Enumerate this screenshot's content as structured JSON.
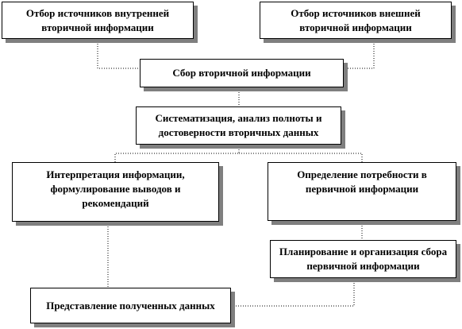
{
  "nodes": {
    "internal_sources": "Отбор источников внутренней вторичной информации",
    "external_sources": "Отбор источников внешней вторичной информации",
    "collection": "Сбор вторичной информации",
    "systematization": "Систематизация, анализ полноты и достоверности вторичных данных",
    "interpretation": "Интерпретация информации, формулирование выводов и рекомендаций",
    "primary_need": "Определение потребности в первичной информации",
    "primary_planning": "Планирование и организация сбора первичной информации",
    "presentation": "Представление полученных данных"
  },
  "style": {
    "box_border": "#000000",
    "box_shadow": "#7f7f7f",
    "connector": "#000000",
    "connector_dash": "dotted"
  }
}
